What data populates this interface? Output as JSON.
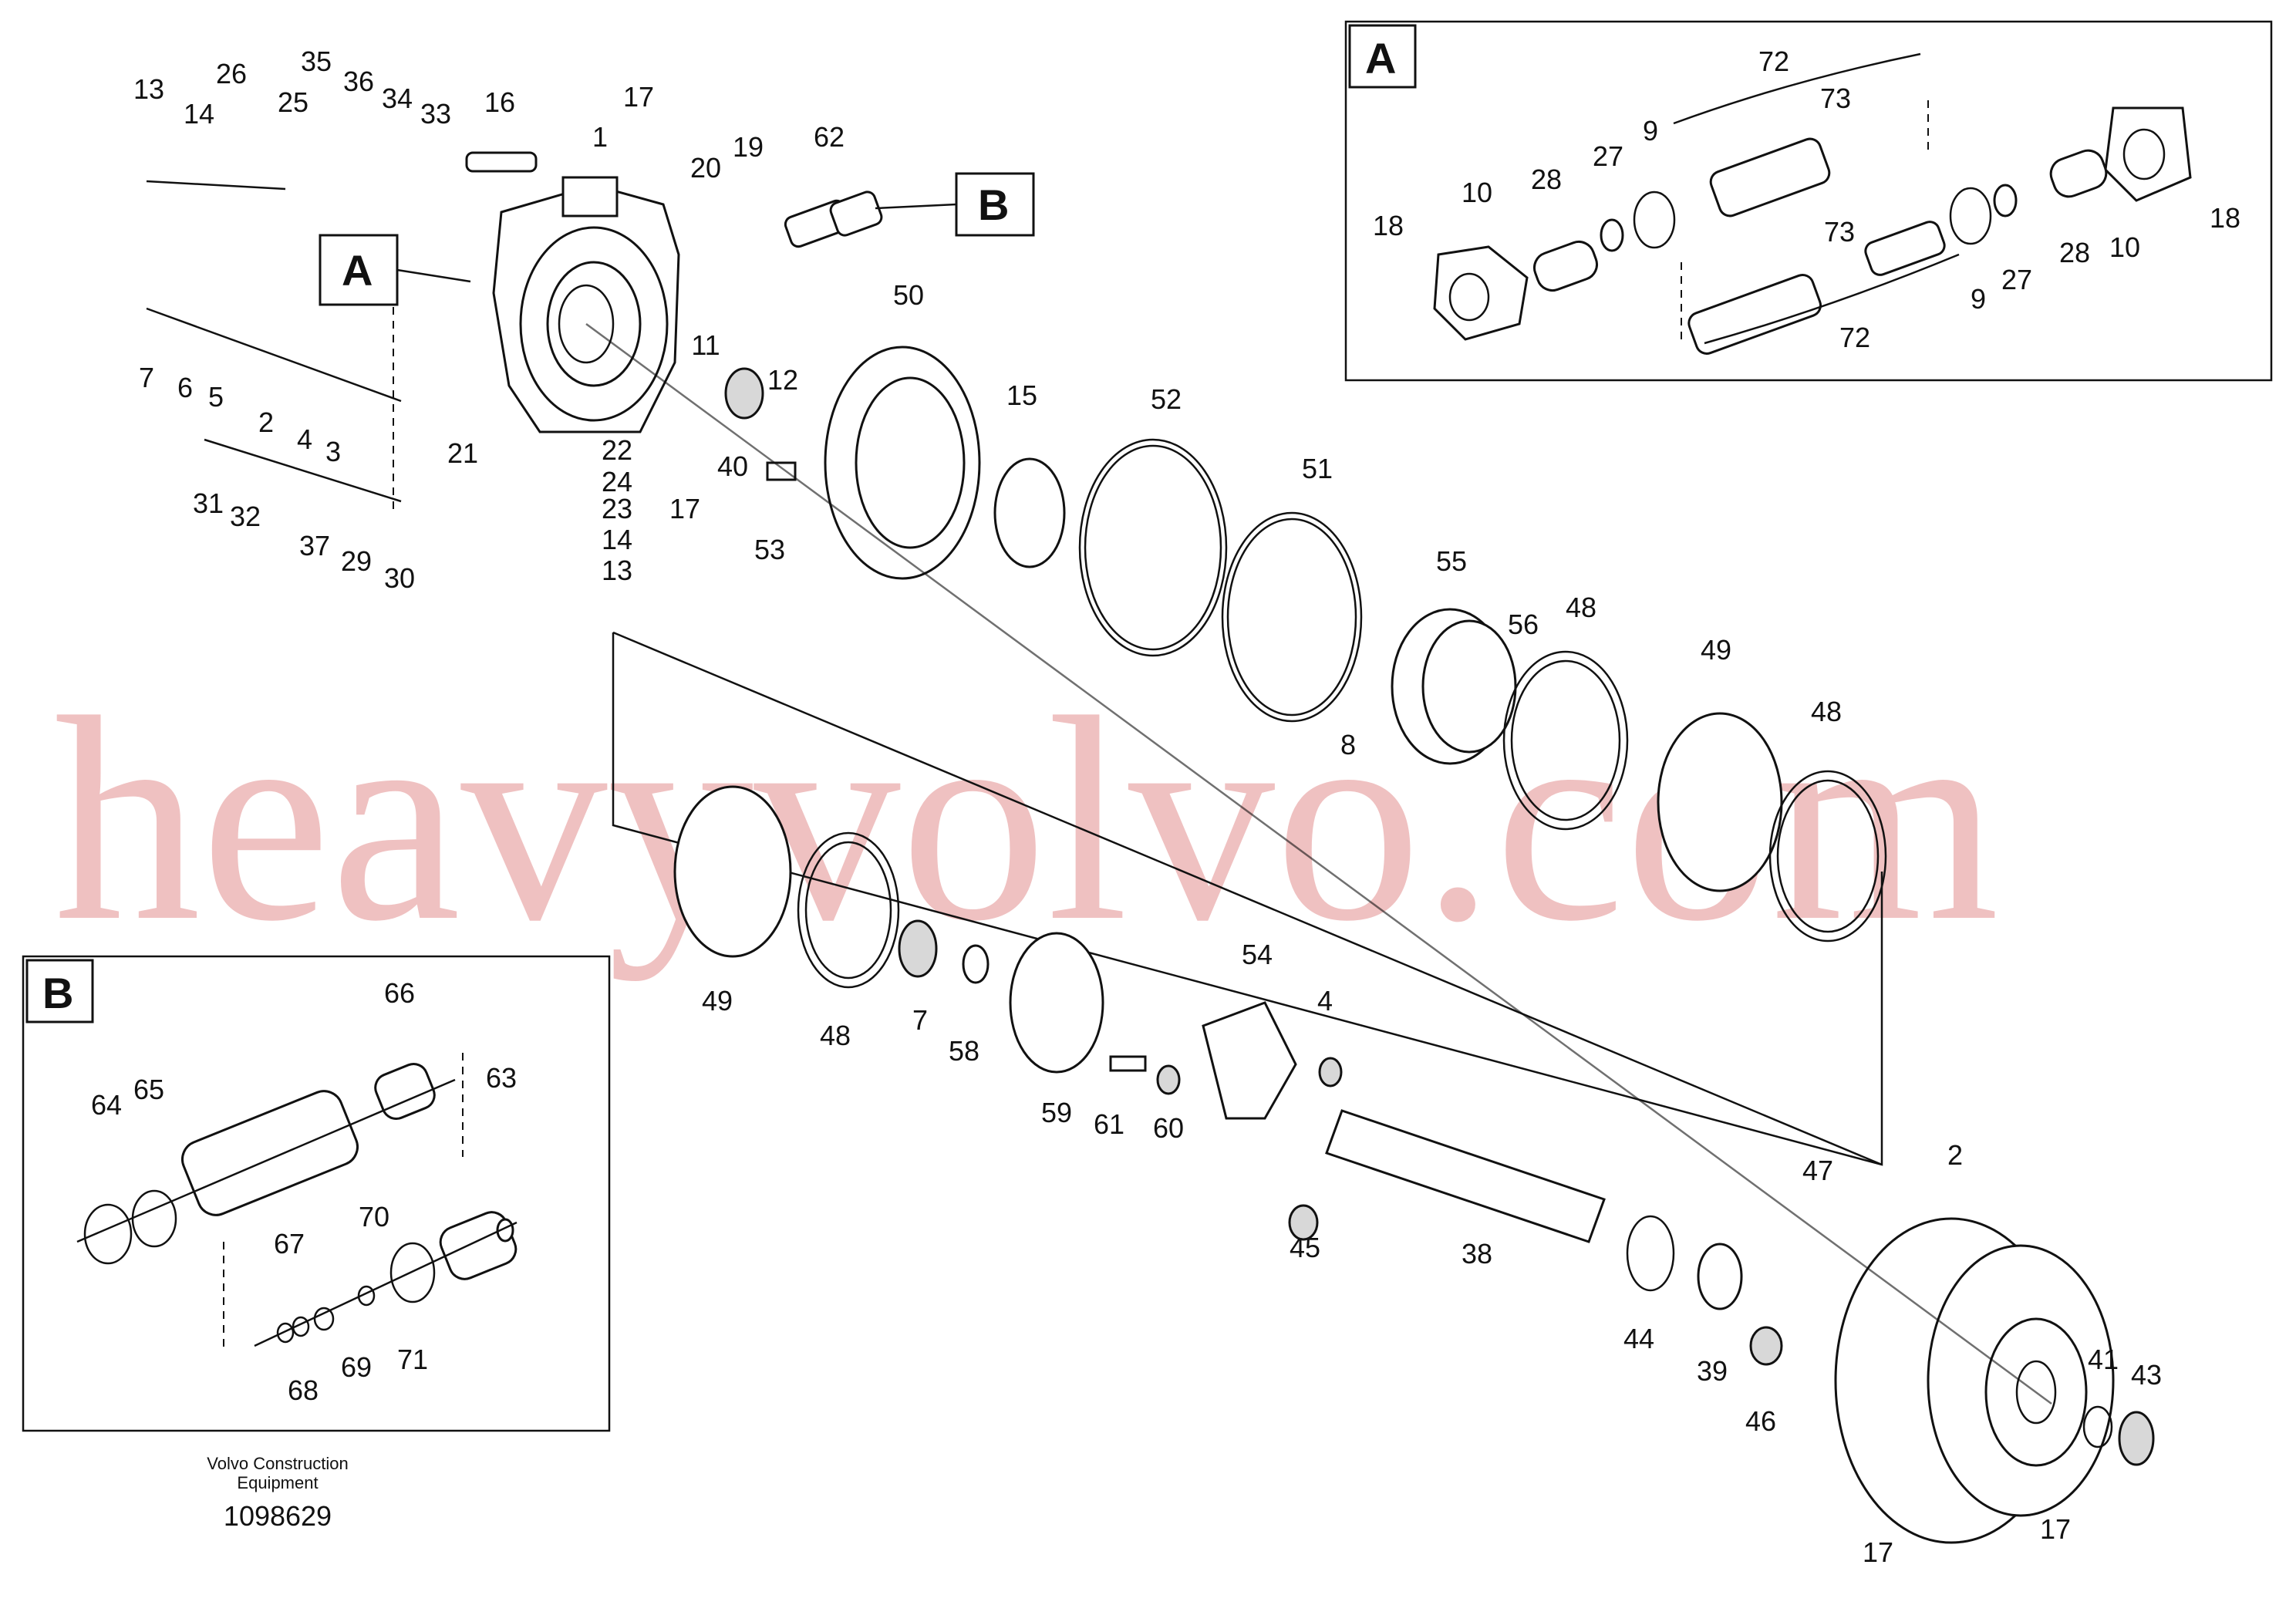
{
  "diagram": {
    "callouts": {
      "A_main": "A",
      "B_main": "B",
      "A_inset": "A",
      "B_inset": "B"
    },
    "main_labels": [
      {
        "id": "l13a",
        "text": "13"
      },
      {
        "id": "l26",
        "text": "26"
      },
      {
        "id": "l35",
        "text": "35"
      },
      {
        "id": "l36",
        "text": "36"
      },
      {
        "id": "l34",
        "text": "34"
      },
      {
        "id": "l33",
        "text": "33"
      },
      {
        "id": "l16",
        "text": "16"
      },
      {
        "id": "l17a",
        "text": "17"
      },
      {
        "id": "l14a",
        "text": "14"
      },
      {
        "id": "l25",
        "text": "25"
      },
      {
        "id": "l1",
        "text": "1"
      },
      {
        "id": "l20",
        "text": "20"
      },
      {
        "id": "l19",
        "text": "19"
      },
      {
        "id": "l62",
        "text": "62"
      },
      {
        "id": "l7a",
        "text": "7"
      },
      {
        "id": "l6",
        "text": "6"
      },
      {
        "id": "l5",
        "text": "5"
      },
      {
        "id": "l2a",
        "text": "2"
      },
      {
        "id": "l4a",
        "text": "4"
      },
      {
        "id": "l3",
        "text": "3"
      },
      {
        "id": "l11",
        "text": "11"
      },
      {
        "id": "l12",
        "text": "12"
      },
      {
        "id": "l50",
        "text": "50"
      },
      {
        "id": "l21",
        "text": "21"
      },
      {
        "id": "l22",
        "text": "22"
      },
      {
        "id": "l24",
        "text": "24"
      },
      {
        "id": "l23",
        "text": "23"
      },
      {
        "id": "l14b",
        "text": "14"
      },
      {
        "id": "l13b",
        "text": "13"
      },
      {
        "id": "l17b",
        "text": "17"
      },
      {
        "id": "l40",
        "text": "40"
      },
      {
        "id": "l53",
        "text": "53"
      },
      {
        "id": "l15",
        "text": "15"
      },
      {
        "id": "l52",
        "text": "52"
      },
      {
        "id": "l51",
        "text": "51"
      },
      {
        "id": "l31",
        "text": "31"
      },
      {
        "id": "l32",
        "text": "32"
      },
      {
        "id": "l37",
        "text": "37"
      },
      {
        "id": "l29",
        "text": "29"
      },
      {
        "id": "l30",
        "text": "30"
      },
      {
        "id": "l55",
        "text": "55"
      },
      {
        "id": "l56",
        "text": "56"
      },
      {
        "id": "l48a",
        "text": "48"
      },
      {
        "id": "l49a",
        "text": "49"
      },
      {
        "id": "l48b",
        "text": "48"
      },
      {
        "id": "l8",
        "text": "8"
      },
      {
        "id": "l49b",
        "text": "49"
      },
      {
        "id": "l48c",
        "text": "48"
      },
      {
        "id": "l7b",
        "text": "7"
      },
      {
        "id": "l58",
        "text": "58"
      },
      {
        "id": "l54",
        "text": "54"
      },
      {
        "id": "l4b",
        "text": "4"
      },
      {
        "id": "l59",
        "text": "59"
      },
      {
        "id": "l61",
        "text": "61"
      },
      {
        "id": "l60",
        "text": "60"
      },
      {
        "id": "l45",
        "text": "45"
      },
      {
        "id": "l38",
        "text": "38"
      },
      {
        "id": "l47",
        "text": "47"
      },
      {
        "id": "l2b",
        "text": "2"
      },
      {
        "id": "l44",
        "text": "44"
      },
      {
        "id": "l39",
        "text": "39"
      },
      {
        "id": "l46",
        "text": "46"
      },
      {
        "id": "l41",
        "text": "41"
      },
      {
        "id": "l43",
        "text": "43"
      },
      {
        "id": "l17c",
        "text": "17"
      },
      {
        "id": "l17d",
        "text": "17"
      }
    ],
    "inset_a_labels": [
      {
        "id": "a72a",
        "text": "72"
      },
      {
        "id": "a73a",
        "text": "73"
      },
      {
        "id": "a9a",
        "text": "9"
      },
      {
        "id": "a27a",
        "text": "27"
      },
      {
        "id": "a28a",
        "text": "28"
      },
      {
        "id": "a10a",
        "text": "10"
      },
      {
        "id": "a18a",
        "text": "18"
      },
      {
        "id": "a73b",
        "text": "73"
      },
      {
        "id": "a9b",
        "text": "9"
      },
      {
        "id": "a27b",
        "text": "27"
      },
      {
        "id": "a28b",
        "text": "28"
      },
      {
        "id": "a10b",
        "text": "10"
      },
      {
        "id": "a18b",
        "text": "18"
      },
      {
        "id": "a72b",
        "text": "72"
      }
    ],
    "inset_b_labels": [
      {
        "id": "b66",
        "text": "66"
      },
      {
        "id": "b64",
        "text": "64"
      },
      {
        "id": "b65",
        "text": "65"
      },
      {
        "id": "b63",
        "text": "63"
      },
      {
        "id": "b70",
        "text": "70"
      },
      {
        "id": "b67",
        "text": "67"
      },
      {
        "id": "b69",
        "text": "69"
      },
      {
        "id": "b71",
        "text": "71"
      },
      {
        "id": "b68",
        "text": "68"
      }
    ],
    "footer": {
      "line1": "Volvo Construction",
      "line2": "Equipment",
      "drawing_number": "1098629"
    },
    "watermark": "heavyvolvo.com"
  }
}
